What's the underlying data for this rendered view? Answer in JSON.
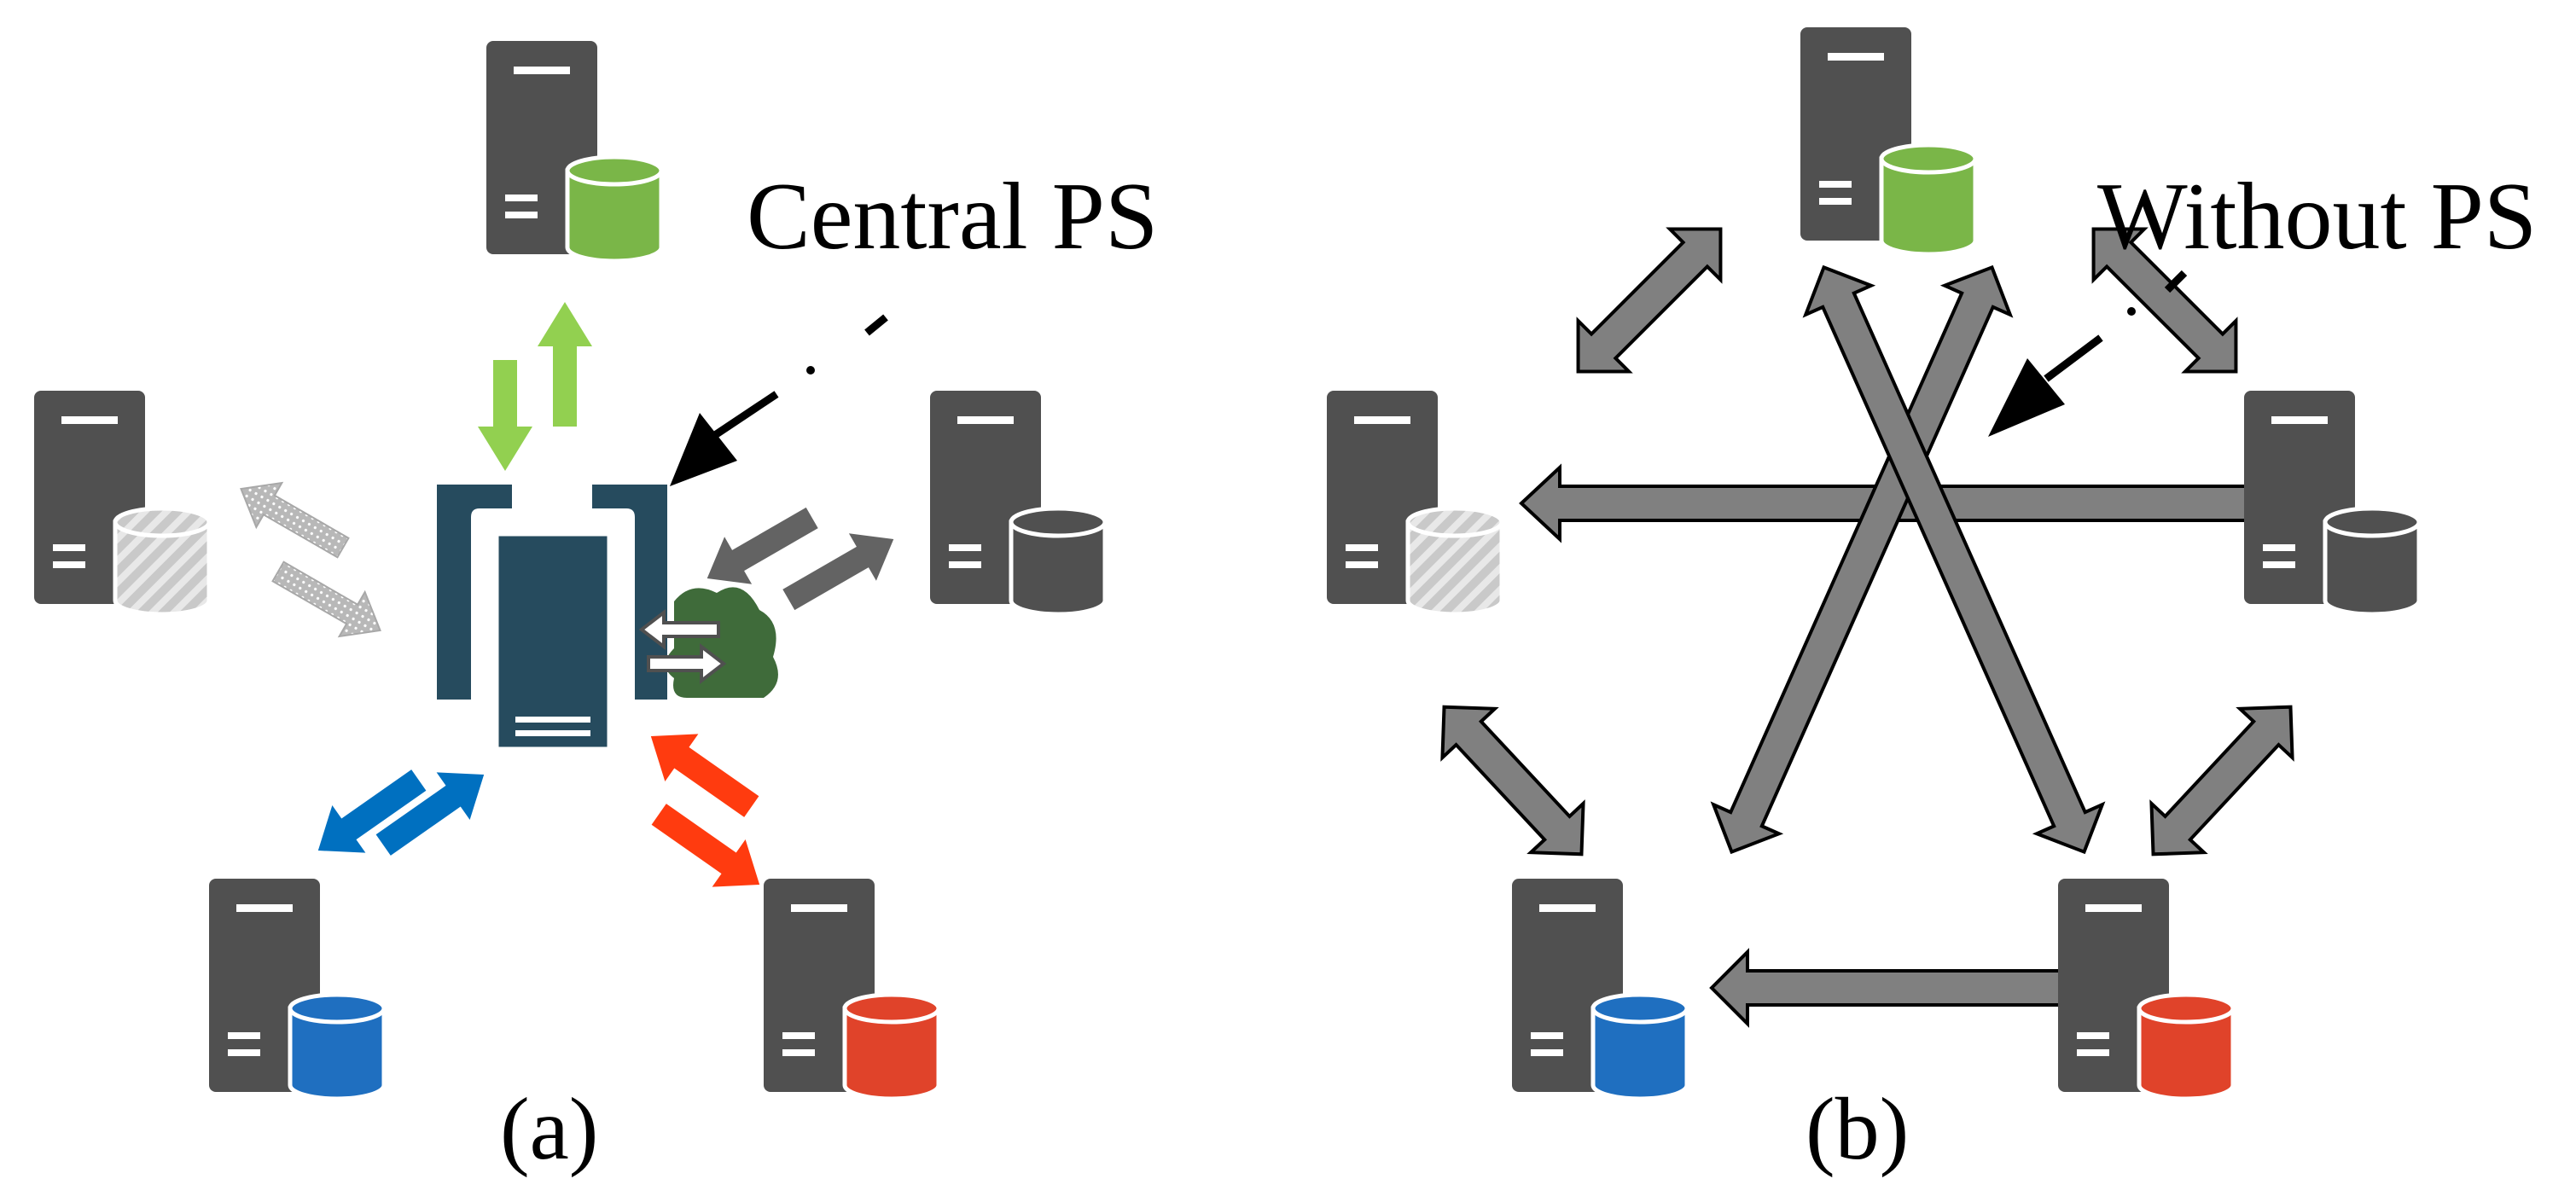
{
  "panel_a": {
    "label": "Central PS",
    "caption": "(a)"
  },
  "panel_b": {
    "label": "Without PS",
    "caption": "(b)"
  },
  "colors": {
    "server": "#505050",
    "ps_server": "#264B5E",
    "cloud": "#3F6B3A",
    "arrow_gray": "#7F7F7F",
    "green": "#7AB648",
    "green_arrow": "#92D050",
    "blue": "#1F6FC0",
    "blue_arrow": "#0070C0",
    "red": "#E0432A",
    "red_arrow": "#FF3B0F",
    "hatched_db": "#C8C8C8",
    "dark_db": "#505050"
  },
  "icons": [
    "server-icon",
    "database-icon",
    "cloud-icon",
    "sync-icon",
    "pointer-arrow-icon"
  ]
}
